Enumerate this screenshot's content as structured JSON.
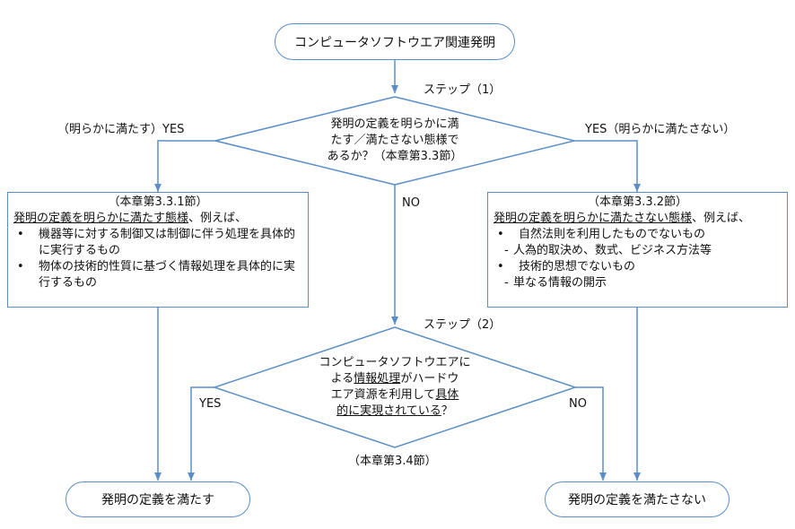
{
  "start": "コンピュータソフトウエア関連発明",
  "step1_label": "ステップ（1）",
  "step2_label": "ステップ（2）",
  "d1": {
    "line1": "発明の定義を明らかに満",
    "line2": "たす／満たさない態様で",
    "line3": "あるか？（本章第3.3節）"
  },
  "d2": {
    "line1": "コンピュータソフトウエアに",
    "line2a": "よる",
    "line2b": "情報処理",
    "line2c": "がハードウ",
    "line3a": "エア資源を利用して",
    "line3b": "具体",
    "line4a": "的に実現されている",
    "line4b": "？",
    "ref": "（本章第3.4節）"
  },
  "labels": {
    "left_yes": "（明らかに満たす）YES",
    "right_yes": "YES（明らかに満たさない）",
    "no1": "NO",
    "yes2": "YES",
    "no2": "NO"
  },
  "left_box": {
    "head": "（本章第3.3.1節）",
    "intro_u": "発明の定義を明らかに満たす態様",
    "intro_rest": "、例えば、",
    "items": [
      "機器等に対する制御又は制御に伴う処理を具体的に実行するもの",
      "物体の技術的性質に基づく情報処理を具体的に実行するもの"
    ]
  },
  "right_box": {
    "head": "（本章第3.3.2節）",
    "intro_u": "発明の定義を明らかに満たさない態様",
    "intro_rest": "、例えば、",
    "item1": "自然法則を利用したものでないもの",
    "sub1": "人為的取決め、数式、ビジネス方法等",
    "item2": "技術的思想でないもの",
    "sub2": "単なる情報の開示"
  },
  "end_yes": "発明の定義を満たす",
  "end_no": "発明の定義を満たさない",
  "colors": {
    "line": "#5b8ec9",
    "arrow": "#5b8ec9"
  }
}
